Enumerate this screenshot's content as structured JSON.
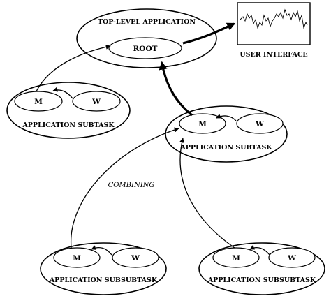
{
  "nodes": {
    "top_level": {
      "title": "TOP-LEVEL APPLICATION",
      "root": "ROOT"
    },
    "user_interface": {
      "label": "USER INTERFACE"
    },
    "subtask_left": {
      "m": "M",
      "w": "W",
      "label": "APPLICATION  SUBTASK"
    },
    "subtask_center": {
      "m": "M",
      "w": "W",
      "label": "APPLICATION  SUBTASK"
    },
    "subsubtask_left": {
      "m": "M",
      "w": "W",
      "label": "APPLICATION SUBSUBTASK"
    },
    "subsubtask_right": {
      "m": "M",
      "w": "W",
      "label": "APPLICATION SUBSUBTASK"
    }
  },
  "edge_labels": {
    "combining": "COMBINING"
  }
}
